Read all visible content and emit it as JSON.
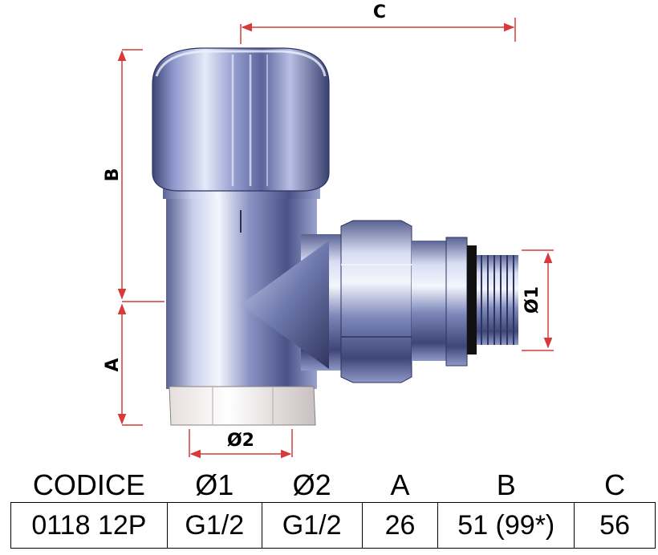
{
  "dimensions": {
    "c_label": "C",
    "b_label": "B",
    "a_label": "A",
    "d1_label": "Ø1",
    "d2_label": "Ø2"
  },
  "colors": {
    "dimension_line": "#d63a3a",
    "chrome_light": "#f2f5fc",
    "chrome_mid": "#8d98c8",
    "chrome_dark": "#3a4170",
    "gasket": "#111111"
  },
  "table": {
    "headers": [
      "CODICE",
      "Ø1",
      "Ø2",
      "A",
      "B",
      "C"
    ],
    "row": [
      "0118 12P",
      "G1/2",
      "G1/2",
      "26",
      "51 (99*)",
      "56"
    ]
  }
}
